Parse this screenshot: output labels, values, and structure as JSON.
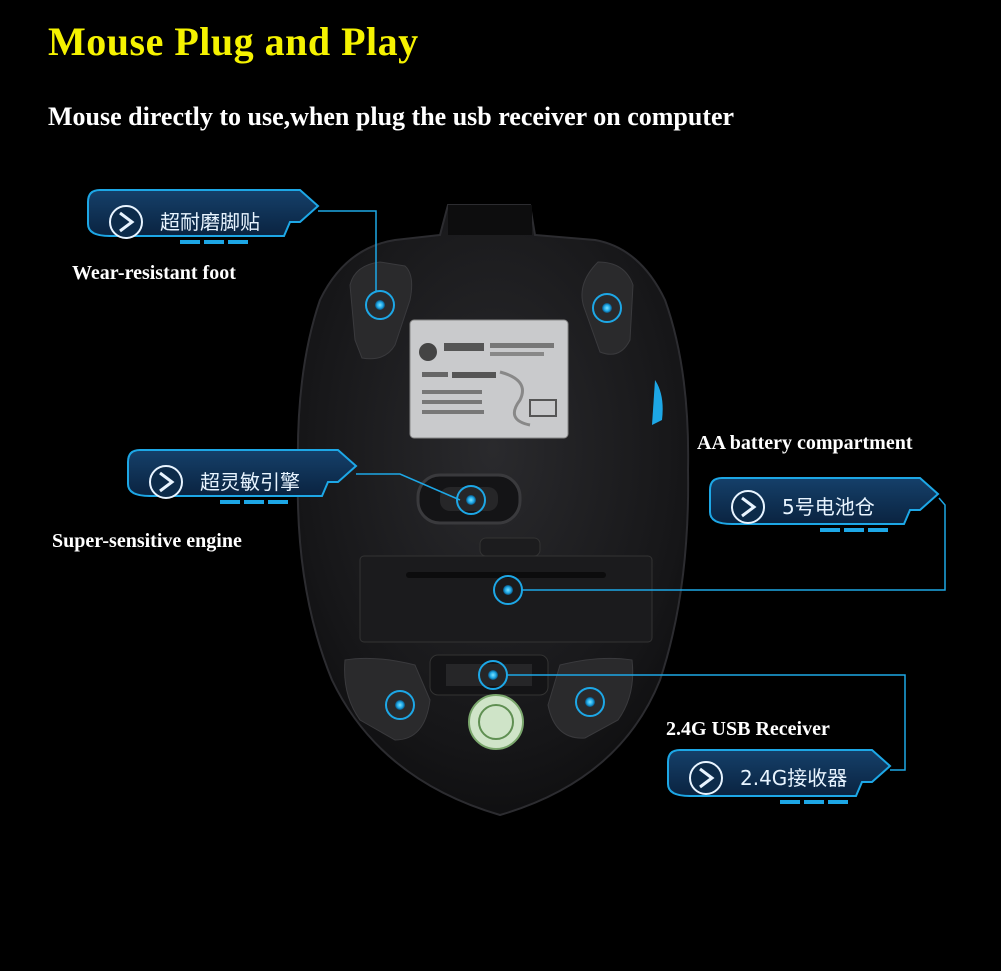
{
  "header": {
    "title": "Mouse Plug and Play",
    "subtitle": "Mouse directly to use,when  plug the usb receiver on computer"
  },
  "callouts": [
    {
      "id": "foot",
      "badge_text": "超耐磨脚贴",
      "caption": "Wear-resistant foot"
    },
    {
      "id": "engine",
      "badge_text": "超灵敏引擎",
      "caption": "Super-sensitive engine"
    },
    {
      "id": "battery",
      "badge_text": "5号电池仓",
      "caption": "AA battery compartment"
    },
    {
      "id": "receiver",
      "badge_text": "2.4G接收器",
      "caption": "2.4G USB Receiver"
    }
  ],
  "accent_color": "#1da7e6",
  "title_color": "#f5f200"
}
